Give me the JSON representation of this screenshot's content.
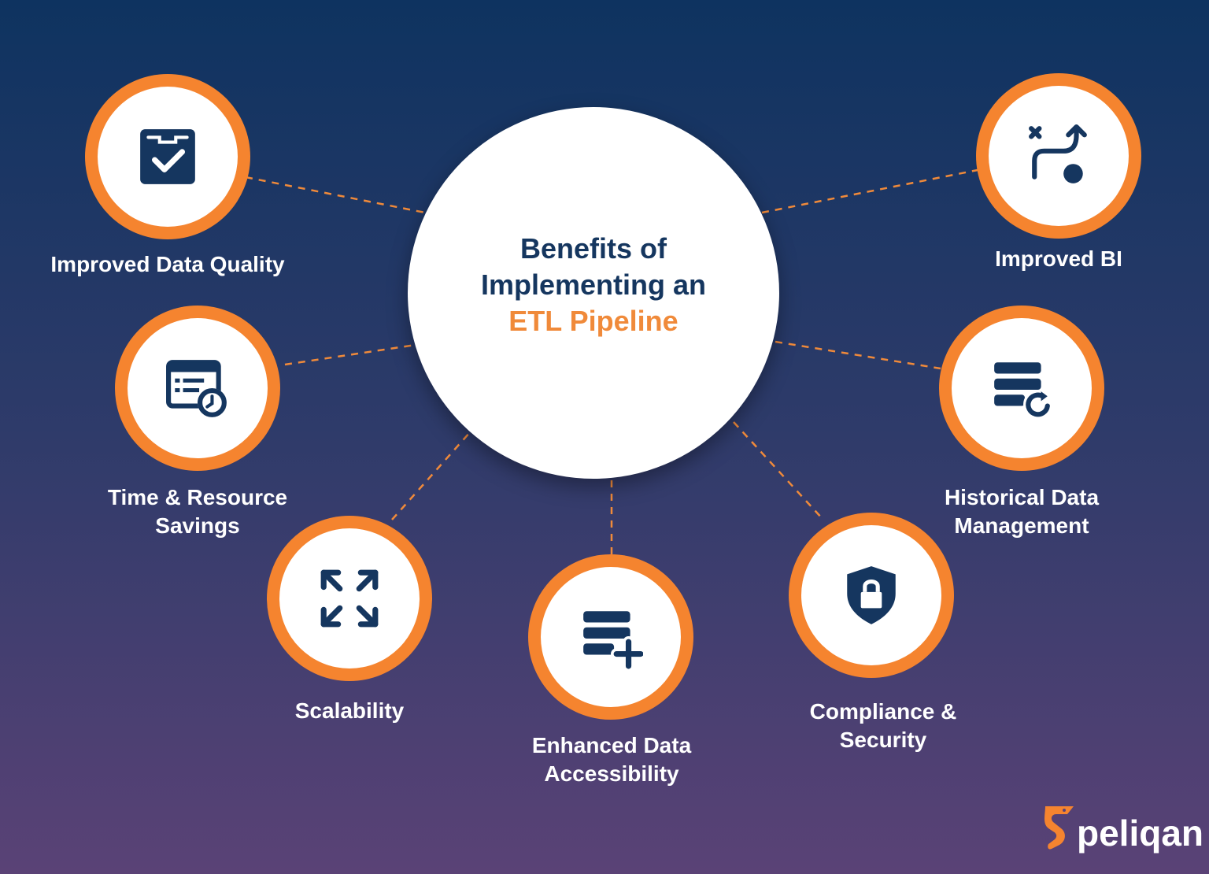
{
  "center": {
    "title_line1": "Benefits of",
    "title_line2": "Implementing an",
    "title_accent": "ETL Pipeline"
  },
  "benefits": [
    {
      "label_lines": [
        "Improved Data Quality"
      ],
      "icon": "checklist-box-icon"
    },
    {
      "label_lines": [
        "Time & Resource",
        "Savings"
      ],
      "icon": "document-timer-icon"
    },
    {
      "label_lines": [
        "Scalability"
      ],
      "icon": "expand-arrows-icon"
    },
    {
      "label_lines": [
        "Enhanced Data",
        "Accessibility"
      ],
      "icon": "database-plus-icon"
    },
    {
      "label_lines": [
        "Compliance &",
        "Security"
      ],
      "icon": "shield-lock-icon"
    },
    {
      "label_lines": [
        "Historical Data",
        "Management"
      ],
      "icon": "database-refresh-icon"
    },
    {
      "label_lines": [
        "Improved BI"
      ],
      "icon": "route-strategy-icon"
    }
  ],
  "brand": {
    "name": "peliqan",
    "logo_icon": "pelican-logo-icon"
  },
  "colors": {
    "accent": "#f5842f",
    "navy": "#15365f",
    "background_top": "#0e3360",
    "background_bottom": "#5a4276"
  }
}
